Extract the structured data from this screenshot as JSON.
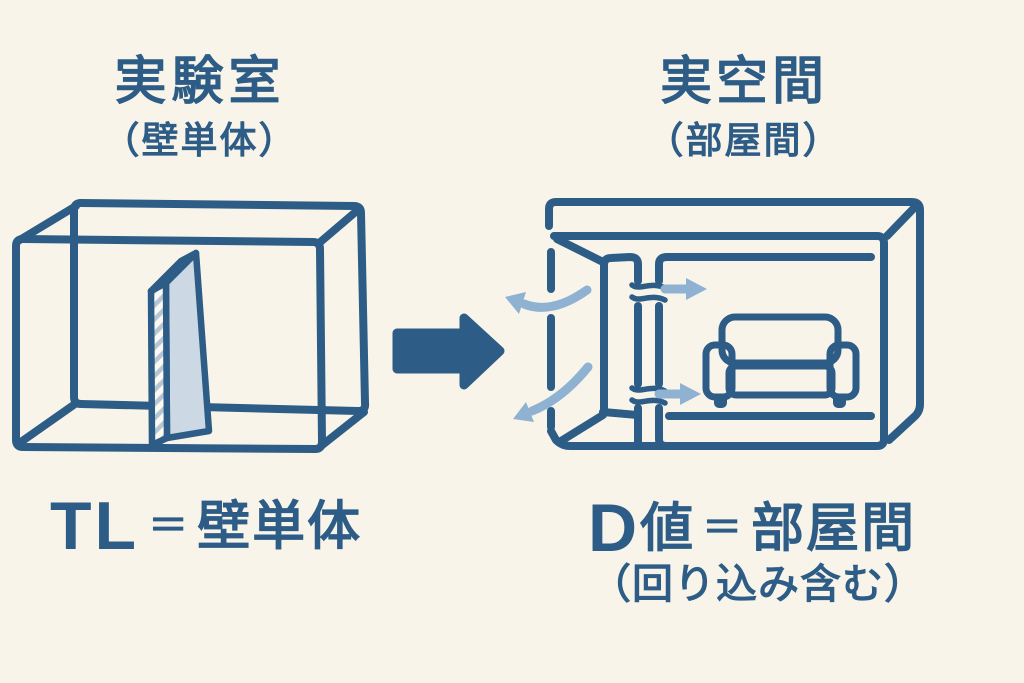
{
  "colors": {
    "bg": "#f9f4e9",
    "ink": "#2d5d86",
    "soft": "#8fb2d3",
    "fill": "#ccd9e4",
    "hatch": "#b6c5d4",
    "paper": "#fcf9f1"
  },
  "left_section": {
    "title": "実験室",
    "subtitle": "（壁単体）",
    "formula": {
      "symbol": "TL",
      "equals": "＝",
      "term": "壁単体"
    }
  },
  "right_section": {
    "title": "実空間",
    "subtitle": "（部屋間）",
    "formula": {
      "symbol": "D",
      "symbol_suffix": "値",
      "equals": "＝",
      "term": "部屋間"
    },
    "note": "（回り込み含む）"
  },
  "icons": {
    "center_arrow": "right-arrow",
    "transmission_arrows": "right-arrow",
    "flanking_arrows": "curved-arrow"
  }
}
